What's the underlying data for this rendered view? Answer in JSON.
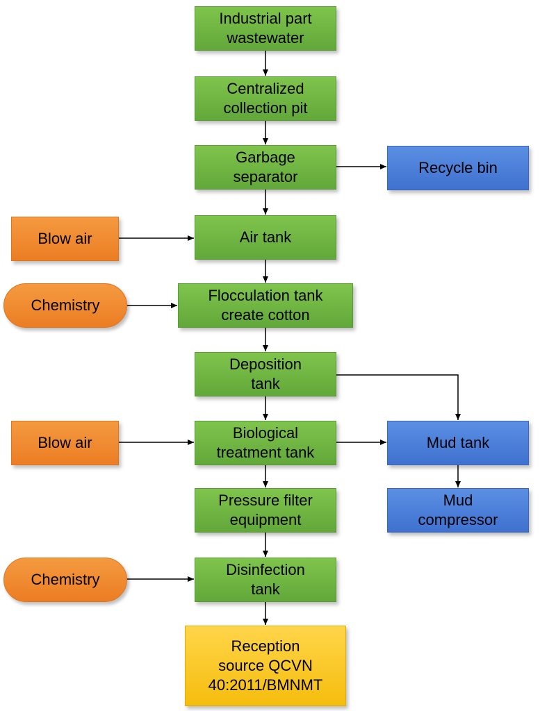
{
  "nodes": {
    "industrial": "Industrial part\nwastewater",
    "collection": "Centralized\ncollection pit",
    "garbage": "Garbage\nseparator",
    "recycle": "Recycle bin",
    "blowair1": "Blow air",
    "airtank": "Air tank",
    "chem1": "Chemistry",
    "flocc": "Flocculation tank\ncreate cotton",
    "deposition": "Deposition\ntank",
    "blowair2": "Blow air",
    "biological": "Biological\ntreatment tank",
    "mudtank": "Mud tank",
    "pressure": "Pressure filter\nequipment",
    "compressor": "Mud\ncompressor",
    "chem2": "Chemistry",
    "disinfect": "Disinfection\ntank",
    "reception": "Reception\nsource QCVN\n40:2011/BMNMT"
  },
  "colors": {
    "process": "#6bb540",
    "output": "#4a7fdb",
    "input": "#f08a30",
    "final": "#fcc82a",
    "connector": "#000000"
  }
}
